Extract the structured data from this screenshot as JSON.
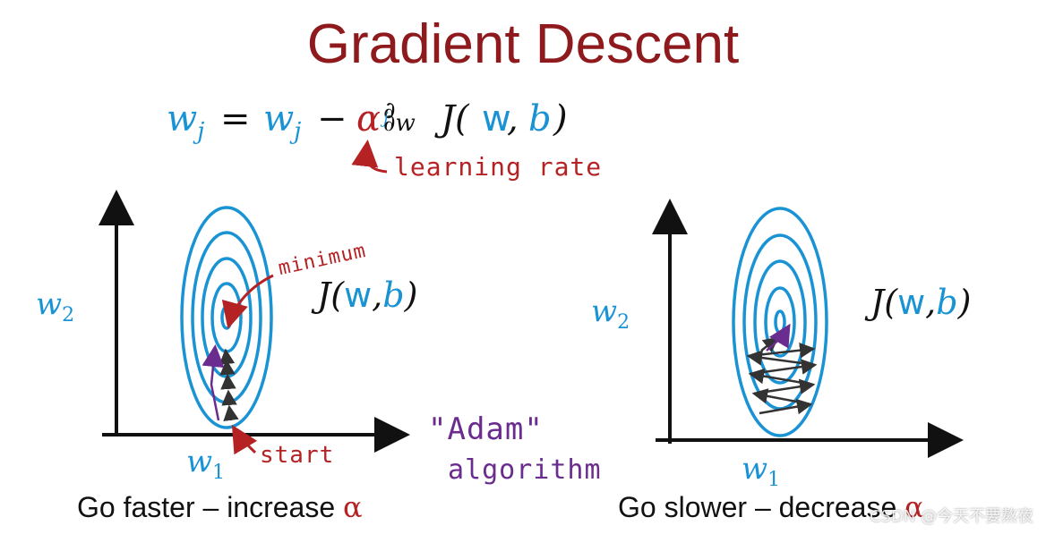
{
  "title": "Gradient Descent",
  "formula": {
    "lhs": "w",
    "lhs_sub": "j",
    "equals": "=",
    "w": "w",
    "w_sub": "j",
    "minus": "−",
    "alpha": "α",
    "partial_num": "∂",
    "partial_den": "∂w",
    "partial_den_sub": "j",
    "J": "J(",
    "vec_w": "w",
    "comma": ",",
    "b": "b",
    "close": ")"
  },
  "learning_rate_note": "learning rate",
  "left_plot": {
    "y_label": "w",
    "y_sub": "2",
    "x_label": "w",
    "x_sub": "1",
    "cost_label_J": "J(",
    "cost_label_w": "w",
    "cost_label_comma": ",",
    "cost_label_b": "b",
    "cost_label_close": ")",
    "minimum_note": "minimum",
    "start_note": "start",
    "caption_text": "Go faster – increase",
    "caption_alpha": "α"
  },
  "adam_note_line1": "\"Adam\"",
  "adam_note_line2": "algorithm",
  "right_plot": {
    "y_label": "w",
    "y_sub": "2",
    "x_label": "w",
    "x_sub": "1",
    "cost_label_J": "J(",
    "cost_label_w": "w",
    "cost_label_comma": ",",
    "cost_label_b": "b",
    "cost_label_close": ")",
    "caption_text": "Go slower – decrease",
    "caption_alpha": "α"
  },
  "watermark": "CSDN @今天不要熬夜",
  "colors": {
    "title": "#8e1a1d",
    "contour": "#1a93d4",
    "hand_red": "#b52224",
    "hand_purple": "#6a2c8e"
  }
}
